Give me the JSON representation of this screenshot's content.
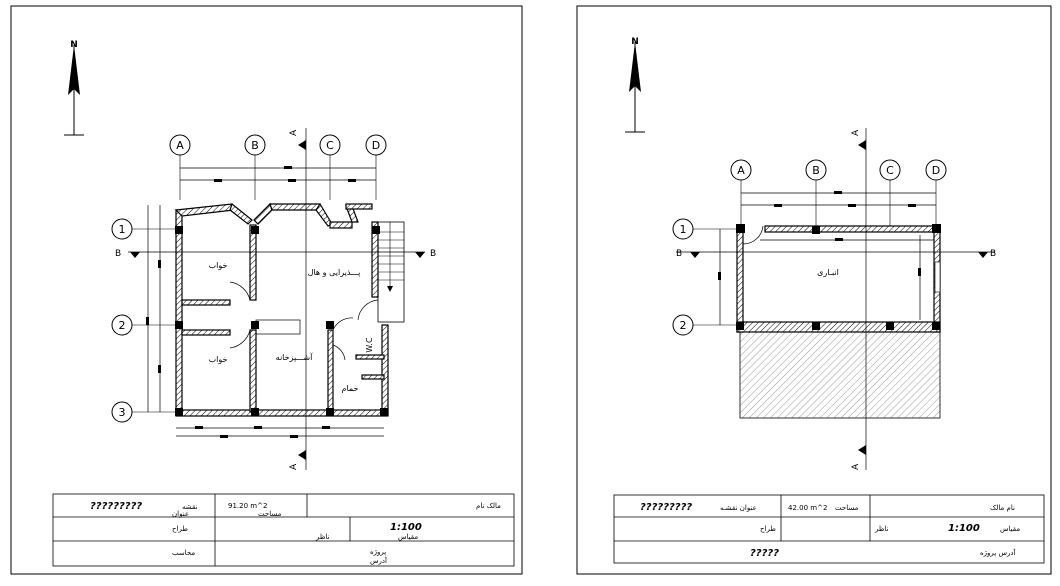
{
  "sheets": [
    {
      "north": "N",
      "grid_cols": [
        "A",
        "B",
        "C",
        "D"
      ],
      "grid_rows": [
        "1",
        "2",
        "3"
      ],
      "section_mark": "A",
      "section_mark_b": "B",
      "rooms": {
        "bedroom_top": "خواب",
        "bedroom_bottom": "خواب",
        "reception": "پـــذیرایی و هال",
        "kitchen": "آشـــپزخانه",
        "bath": "حمام",
        "wc": "W.C"
      },
      "title_block": {
        "drawing_name": "?????????",
        "drawing_name_label": "نقشه",
        "drawing_title_label": "عنوان",
        "area_value": "91.20 m^2",
        "area_label": "مساحت",
        "owner_label": "مالک نام",
        "designer_label": "طراح",
        "supervisor_label": "ناظر",
        "scale_value": "1:100",
        "scale_label": "مقیاس",
        "calculator_label": "محاسب",
        "project_label": "پروژه",
        "address_label": "آدرس"
      }
    },
    {
      "north": "N",
      "grid_cols": [
        "A",
        "B",
        "C",
        "D"
      ],
      "grid_rows": [
        "1",
        "2"
      ],
      "section_mark": "A",
      "section_mark_b": "B",
      "rooms": {
        "storage": "انبـاری"
      },
      "title_block": {
        "drawing_name": "?????????",
        "drawing_title_label": "عنوان نقشـه",
        "area_value": "42.00 m^2",
        "area_label": "مساحت",
        "owner_label": "نام مالک",
        "designer_label": "طراح",
        "supervisor_label": "ناظر",
        "scale_value": "1:100",
        "scale_label": "مقیاس",
        "project_code": "?????",
        "address_project_label": "آدرس پروژه"
      }
    }
  ]
}
